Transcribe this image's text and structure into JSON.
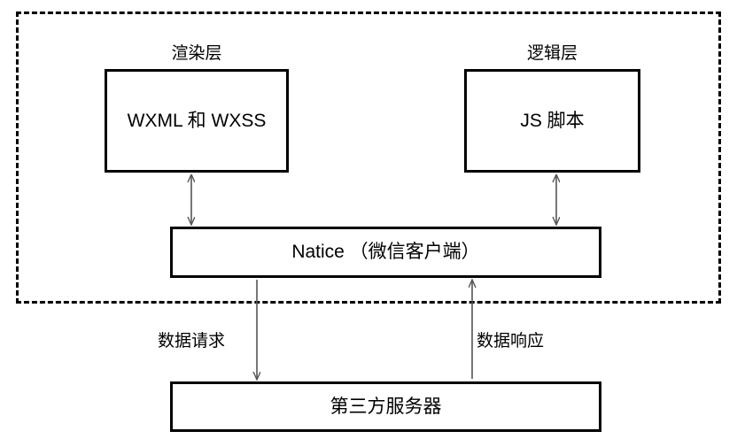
{
  "diagram": {
    "title_region": "wechat-miniprogram-architecture",
    "boundary": {
      "name": "client-boundary",
      "style": "dashed"
    },
    "captions": {
      "render_layer": "渲染层",
      "logic_layer": "逻辑层",
      "data_request": "数据请求",
      "data_response": "数据响应"
    },
    "nodes": [
      {
        "id": "render",
        "label": "WXML 和 WXSS"
      },
      {
        "id": "logic",
        "label": "JS 脚本"
      },
      {
        "id": "native",
        "label": "Natice （微信客户端）"
      },
      {
        "id": "server",
        "label": "第三方服务器"
      }
    ],
    "connectors": [
      {
        "id": "render-native",
        "from": "render",
        "to": "native",
        "arrow": "both"
      },
      {
        "id": "logic-native",
        "from": "logic",
        "to": "native",
        "arrow": "both"
      },
      {
        "id": "native-server",
        "from": "native",
        "to": "server",
        "arrow": "down",
        "label": "数据请求"
      },
      {
        "id": "server-native",
        "from": "server",
        "to": "native",
        "arrow": "up",
        "label": "数据响应"
      }
    ],
    "colors": {
      "stroke": "#000000",
      "connector": "#555555",
      "background": "#ffffff"
    }
  }
}
